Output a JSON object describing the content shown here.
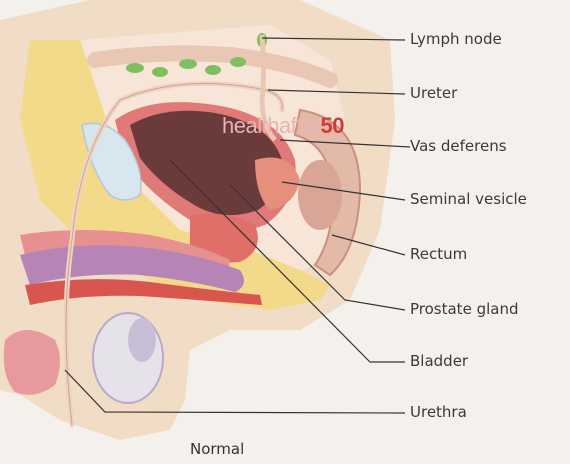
{
  "labels": {
    "lymph_node": "Lymph node",
    "ureter": "Ureter",
    "vas_deferens": "Vas deferens",
    "seminal_vesicle": "Seminal vesicle",
    "rectum": "Rectum",
    "prostate_gland": "Prostate gland",
    "bladder": "Bladder",
    "urethra": "Urethra"
  },
  "caption": "Normal",
  "watermark": {
    "prefix": "healthafter",
    "suffix": "50"
  },
  "colors": {
    "background": "#f4f1ec",
    "skin": "#f1dcc6",
    "fat": "#f3d98a",
    "tissue_red": "#e07a78",
    "lymph_green": "#7fbf5f",
    "bladder_dark": "#6b3a3a",
    "penis_purple": "#b784b8",
    "testis": "#e6e2ea",
    "leader_line": "#333333"
  }
}
